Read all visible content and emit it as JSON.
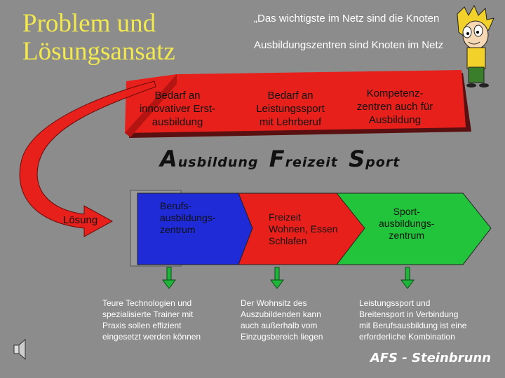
{
  "title": {
    "line1": "Problem und",
    "line2": "Lösungsansatz"
  },
  "quotes": {
    "q1": "„Das wichtigste im Netz sind die Knoten",
    "q2": "Ausbildungszentren sind Knoten im Netz"
  },
  "problems": [
    {
      "l1": "Bedarf an",
      "l2": "innovativer Erst-",
      "l3": "ausbildung"
    },
    {
      "l1": "Bedarf an",
      "l2": "Leistungssport",
      "l3": "mit Lehrberuf"
    },
    {
      "l1": "Kompetenz-",
      "l2": "zentren auch für",
      "l3": "Ausbildung"
    }
  ],
  "afs": {
    "a_cap": "A",
    "a_rest": "usbildung",
    "f_cap": "F",
    "f_rest": "reizeit",
    "s_cap": "S",
    "s_rest": "port"
  },
  "solution_label": "Lösung",
  "solutions": [
    {
      "l1": "Berufs-",
      "l2": "ausbildungs-",
      "l3": "zentrum"
    },
    {
      "l1": "Freizeit",
      "l2": "Wohnen,  Essen",
      "l3": "Schlafen"
    },
    {
      "l1": "Sport-",
      "l2": "ausbildungs-",
      "l3": "zentrum"
    }
  ],
  "details": [
    {
      "l1": "Teure Technologien und",
      "l2": "spezialisierte Trainer mit",
      "l3": "Praxis sollen  effizient",
      "l4": "eingesetzt werden können"
    },
    {
      "l1": "Der Wohnsitz des",
      "l2": "Auszubildenden kann",
      "l3": "auch außerhalb vom",
      "l4": "Einzugsbereich liegen"
    },
    {
      "l1": "Leistungssport und",
      "l2": "Breitensport in Verbindung",
      "l3": "mit Berufsausbildung ist eine",
      "l4": "erforderliche Kombination"
    }
  ],
  "footer": "AFS - Steinbrunn",
  "colors": {
    "title": "#f2e94e",
    "red": "#e8201c",
    "blue": "#1f2bd6",
    "green": "#22c43b",
    "background": "#8c8c8c"
  },
  "icons": [
    "speaker-icon",
    "cartoon-character-icon",
    "down-arrow-icon"
  ]
}
